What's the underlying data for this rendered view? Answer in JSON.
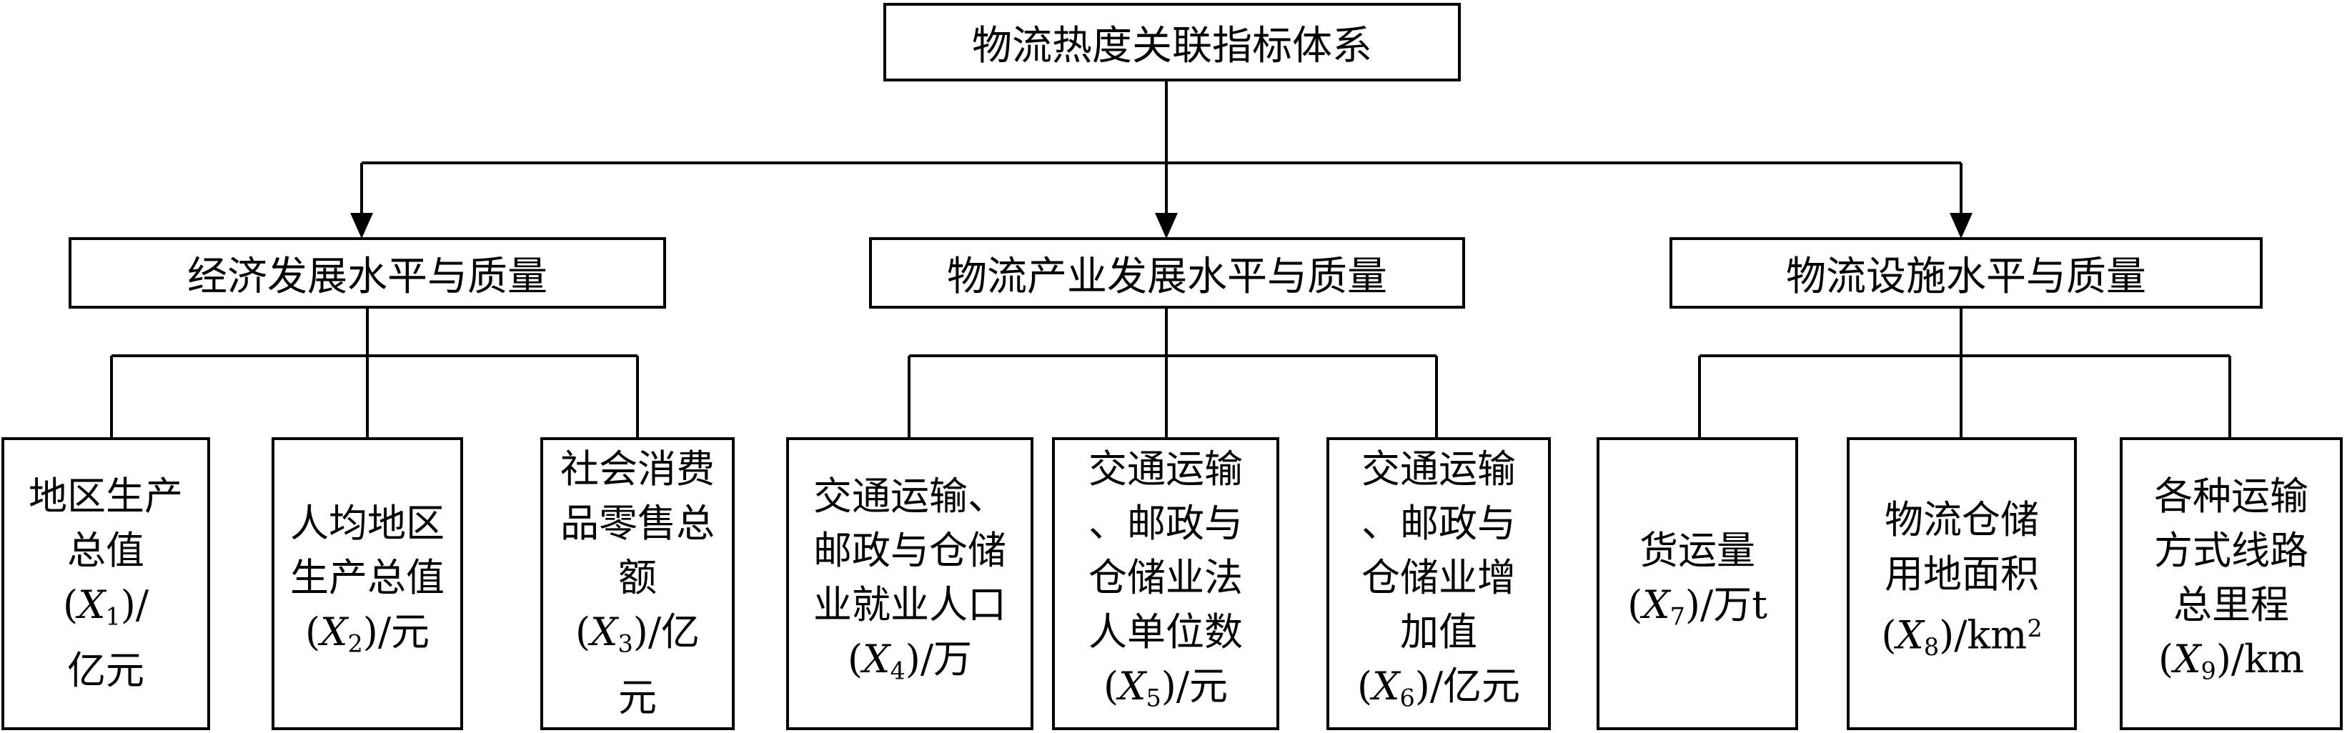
{
  "root": {
    "title": "物流热度关联指标体系"
  },
  "categories": [
    {
      "label": "经济发展水平与质量",
      "indicators": [
        {
          "lines": [
            "地区生产",
            "总值",
            "(X1)/",
            "亿元"
          ]
        },
        {
          "lines": [
            "人均地区",
            "生产总值",
            "(X2)/元"
          ]
        },
        {
          "lines": [
            "社会消费",
            "品零售总",
            "额",
            "(X3)/亿",
            "元"
          ]
        }
      ]
    },
    {
      "label": "物流产业发展水平与质量",
      "indicators": [
        {
          "lines": [
            "交通运输、",
            "邮政与仓储",
            "业就业人口",
            "(X4)/万"
          ]
        },
        {
          "lines": [
            "交通运输",
            "、邮政与",
            "仓储业法",
            "人单位数",
            "(X5)/元"
          ]
        },
        {
          "lines": [
            "交通运输",
            "、邮政与",
            "仓储业增",
            "加值",
            "(X6)/亿元"
          ]
        }
      ]
    },
    {
      "label": "物流设施水平与质量",
      "indicators": [
        {
          "lines": [
            "货运量",
            "(X7)/万t"
          ]
        },
        {
          "lines": [
            "物流仓储",
            "用地面积",
            "(X8)/km²"
          ]
        },
        {
          "lines": [
            "各种运输",
            "方式线路",
            "总里程",
            "(X9)/km"
          ]
        }
      ]
    }
  ]
}
